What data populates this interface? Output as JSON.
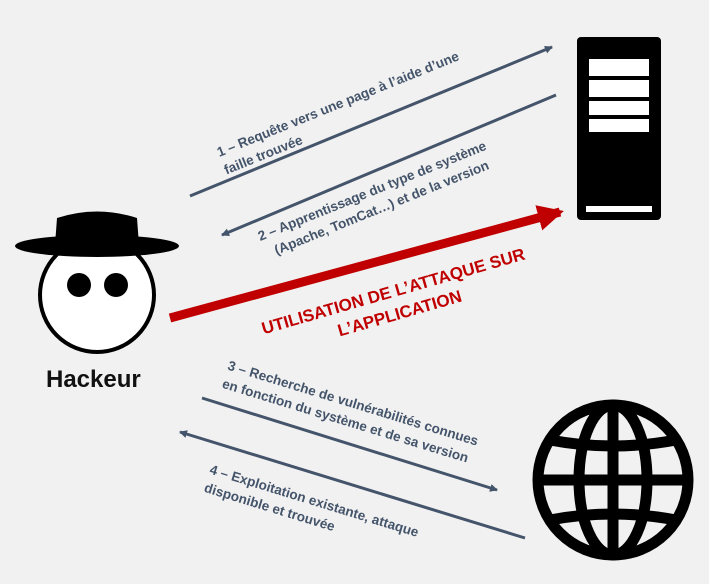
{
  "actors": {
    "hacker": {
      "label": "Hackeur",
      "icon": "hacker-icon"
    },
    "server": {
      "icon": "server-tower-icon"
    },
    "internet": {
      "icon": "globe-icon"
    }
  },
  "steps": {
    "step1": {
      "line1": "1 – Requête vers une page à l’aide d’une",
      "line2": "faille trouvée"
    },
    "step2": {
      "line1": "2 – Apprentissage du type de système",
      "line2": "(Apache, TomCat…) et de la version"
    },
    "attack": {
      "line1": "UTILISATION DE L’ATTAQUE SUR",
      "line2": "L’APPLICATION"
    },
    "step3": {
      "line1": "3 – Recherche de vulnérabilités connues",
      "line2": "en fonction du système et de sa version"
    },
    "step4": {
      "line1": "4 – Exploitation existante, attaque",
      "line2": "disponible et trouvée"
    }
  },
  "colors": {
    "arrow": "#44546a",
    "attack": "#c00000",
    "icon": "#000000",
    "background": "#f1f1f1"
  }
}
